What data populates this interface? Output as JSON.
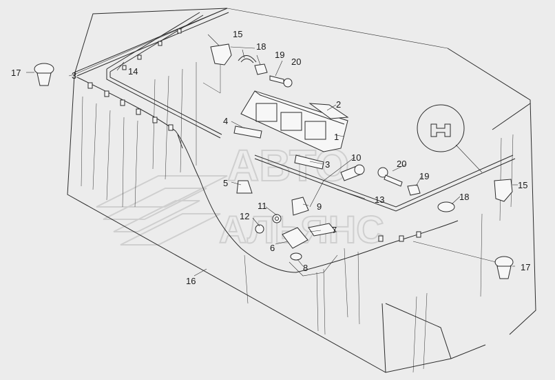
{
  "watermark": {
    "line1": "АВТО",
    "line2": "АЛЬЯНС"
  },
  "callouts": [
    {
      "id": "c1",
      "text": "1"
    },
    {
      "id": "c2",
      "text": "2"
    },
    {
      "id": "c3a",
      "text": "3"
    },
    {
      "id": "c3b",
      "text": "3"
    },
    {
      "id": "c4",
      "text": "4"
    },
    {
      "id": "c5",
      "text": "5"
    },
    {
      "id": "c6",
      "text": "6"
    },
    {
      "id": "c7",
      "text": "7"
    },
    {
      "id": "c8",
      "text": "8"
    },
    {
      "id": "c9",
      "text": "9"
    },
    {
      "id": "c10",
      "text": "10"
    },
    {
      "id": "c11",
      "text": "11"
    },
    {
      "id": "c12",
      "text": "12"
    },
    {
      "id": "c13",
      "text": "13"
    },
    {
      "id": "c14",
      "text": "14"
    },
    {
      "id": "c15a",
      "text": "15"
    },
    {
      "id": "c15b",
      "text": "15"
    },
    {
      "id": "c16",
      "text": "16"
    },
    {
      "id": "c17a",
      "text": "17"
    },
    {
      "id": "c17b",
      "text": "17"
    },
    {
      "id": "c18a",
      "text": "18"
    },
    {
      "id": "c18b",
      "text": "18"
    },
    {
      "id": "c19a",
      "text": "19"
    },
    {
      "id": "c19b",
      "text": "19"
    },
    {
      "id": "c20a",
      "text": "20"
    },
    {
      "id": "c20b",
      "text": "20"
    }
  ]
}
